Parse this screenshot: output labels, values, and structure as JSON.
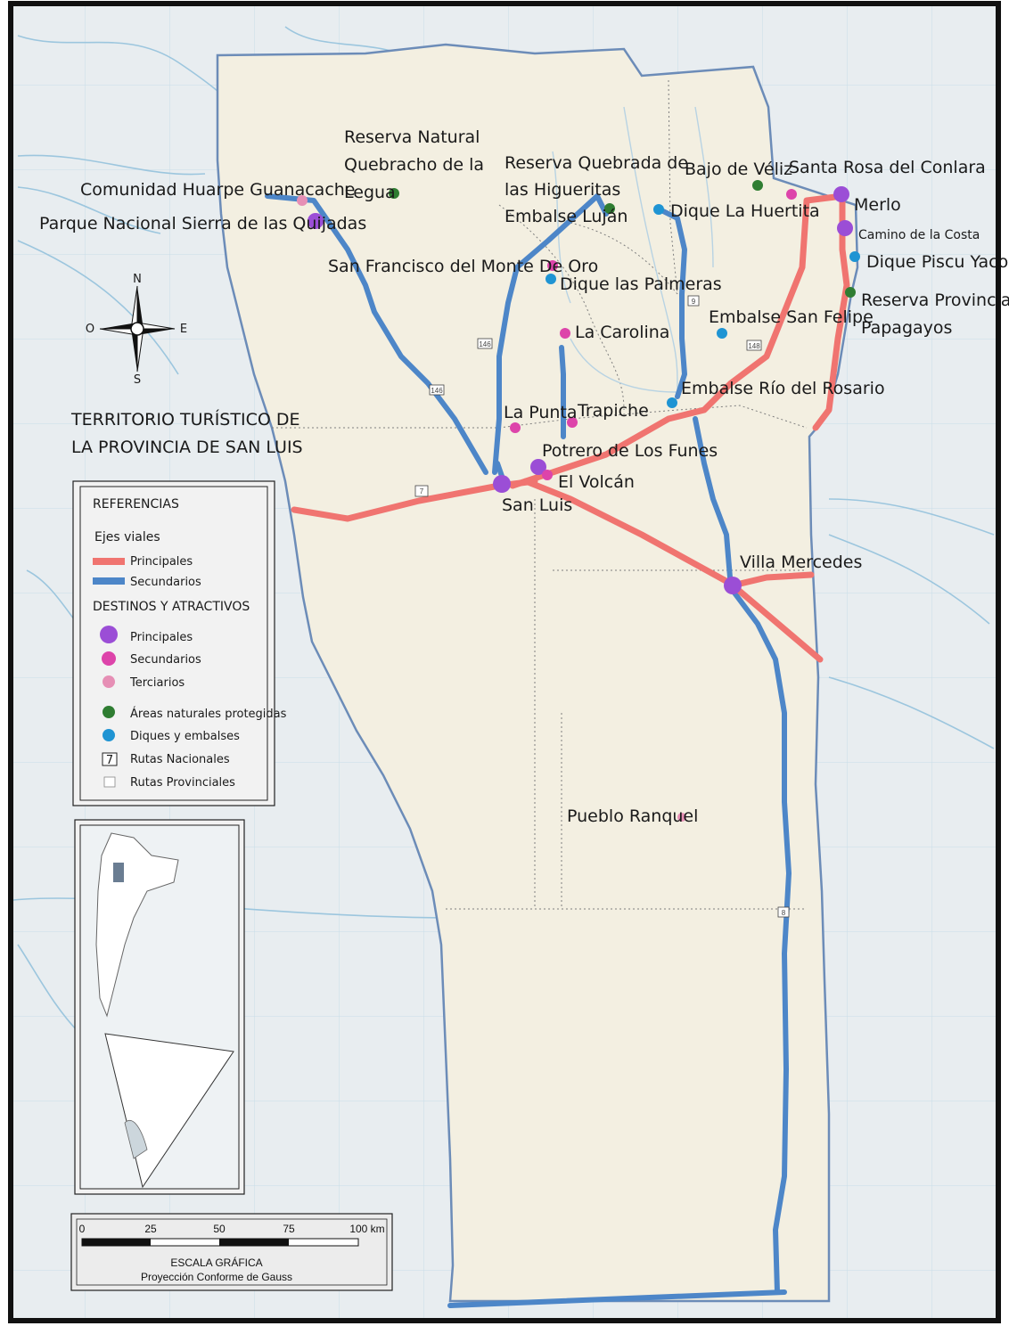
{
  "map": {
    "title_lines": [
      "TERRITORIO TURÍSTICO DE",
      "LA PROVINCIA DE SAN LUIS"
    ],
    "compass": {
      "n": "N",
      "s": "S",
      "e": "E",
      "o": "O"
    },
    "colors": {
      "route_principal": "#f07470",
      "route_secondary": "#4d86c8",
      "dest_principal": "#9b4ed6",
      "dest_secondary": "#dd44aa",
      "dest_tertiary": "#e68fb5",
      "protected_area": "#2f7d32",
      "dam": "#1f94d3"
    }
  },
  "legend": {
    "title": "REFERENCIAS",
    "roads_title": "Ejes viales",
    "road_principal": "Principales",
    "road_secondary": "Secundarios",
    "dest_title": "DESTINOS Y ATRACTIVOS",
    "dest_principal": "Principales",
    "dest_secondary": "Secundarios",
    "dest_tertiary": "Terciarios",
    "protected": "Áreas naturales protegidas",
    "dams": "Diques y embalses",
    "national_routes": "Rutas Nacionales",
    "national_route_sample": "7",
    "provincial_routes": "Rutas Provinciales"
  },
  "places": {
    "comunidad_huarpe": "Comunidad Huarpe Guanacache",
    "sierra_quijadas": "Parque Nacional Sierra de las Quijadas",
    "quebracho_1": "Reserva Natural",
    "quebracho_2": "Quebracho de la",
    "quebracho_3": "Legua",
    "higueritas_1": "Reserva Quebrada de",
    "higueritas_2": "las Higueritas",
    "embalse_lujan": "Embalse Luján",
    "bajo_veliz": "Bajo de Véliz",
    "santa_rosa": "Santa Rosa del Conlara",
    "merlo": "Merlo",
    "camino_costa": "Camino de la Costa",
    "piscu_yaco": "Dique Piscu Yaco",
    "papagayos_1": "Reserva Provincial",
    "papagayos_2": "Papagayos",
    "la_huertita": "Dique La Huertita",
    "san_francisco": "San Francisco del Monte De Oro",
    "las_palmeras": "Dique las Palmeras",
    "san_felipe": "Embalse San Felipe",
    "la_carolina": "La Carolina",
    "rio_rosario": "Embalse Río del Rosario",
    "la_punta": "La Punta",
    "trapiche": "Trapiche",
    "potrero": "Potrero de Los Funes",
    "el_volcan": "El Volcán",
    "san_luis": "San Luis",
    "villa_mercedes": "Villa Mercedes",
    "pueblo_ranquel": "Pueblo Ranquel"
  },
  "routes": {
    "r7": "7",
    "r146a": "146",
    "r146b": "146",
    "r148": "148",
    "r8": "8",
    "r9": "9"
  },
  "scale": {
    "ticks": [
      "0",
      "25",
      "50",
      "75",
      "100 km"
    ],
    "title": "ESCALA GRÁFICA",
    "projection": "Proyección Conforme de Gauss"
  }
}
